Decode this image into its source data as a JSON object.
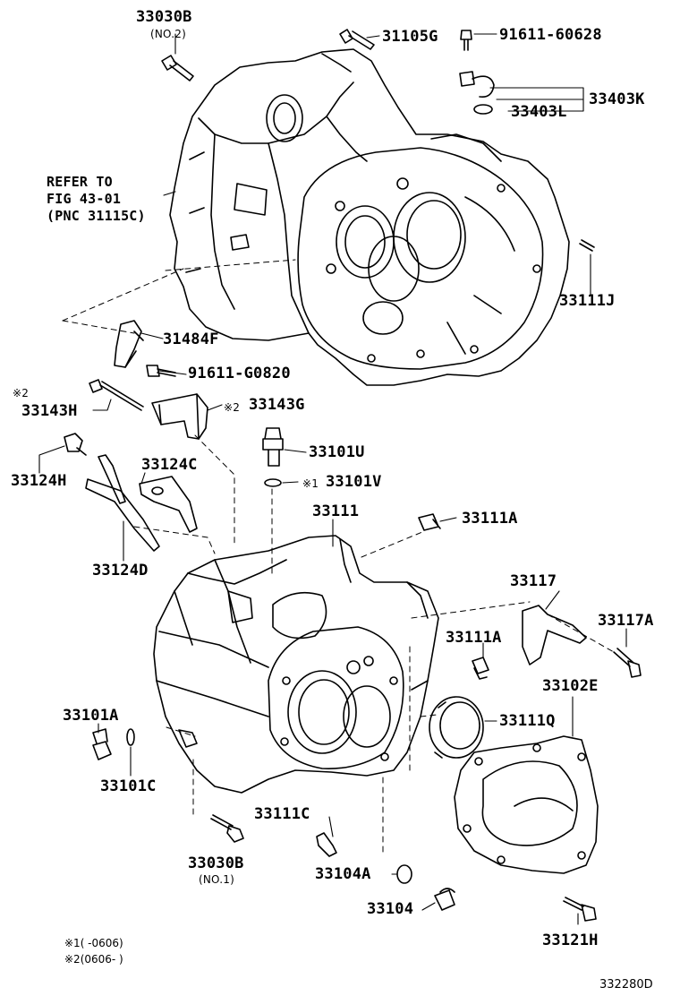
{
  "parts": {
    "p33030B_top": "33030B",
    "p33030B_top_sub": "(NO.2)",
    "p31105G": "31105G",
    "p91611_60628": "91611-60628",
    "p33403K": "33403K",
    "p33403L": "33403L",
    "refer_line1": "REFER TO",
    "refer_line2": "FIG 43-01",
    "refer_line3": "(PNC 31115C)",
    "p33111J": "33111J",
    "p31484F": "31484F",
    "p91611_G0820": "91611-G0820",
    "mark2_a": "※2",
    "p33143H": "33143H",
    "mark2_b": "※2",
    "p33143G": "33143G",
    "p33124H": "33124H",
    "p33124C": "33124C",
    "p33101U": "33101U",
    "mark1": "※1",
    "p33101V": "33101V",
    "p33124D": "33124D",
    "p33111": "33111",
    "p33111A_top": "33111A",
    "p33117": "33117",
    "p33117A": "33117A",
    "p33111A_mid": "33111A",
    "p33102E": "33102E",
    "p33101A": "33101A",
    "p33111Q": "33111Q",
    "p33101C": "33101C",
    "p33111C": "33111C",
    "p33030B_bot": "33030B",
    "p33030B_bot_sub": "(NO.1)",
    "p33104A": "33104A",
    "p33104": "33104",
    "p33121H": "33121H"
  },
  "notes": {
    "note1": "※1(      -0606)",
    "note2": "※2(0606-      )"
  },
  "figure_code": "332280D"
}
